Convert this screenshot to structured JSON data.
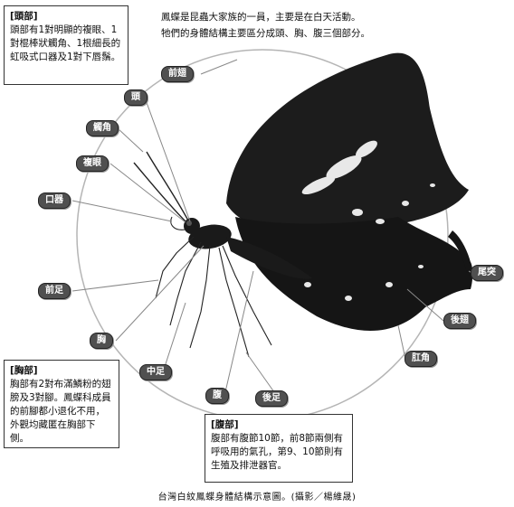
{
  "intro": {
    "line1": "鳳蝶是昆蟲大家族的一員，主要是在白天活動。",
    "line2": "牠們的身體結構主要區分成頭、胸、腹三個部分。"
  },
  "head_box": {
    "title": "[頭部]",
    "text": "頭部有1對明顯的複眼、1對棍棒狀觸角、1根細長的虹吸式口器及1對下唇鬚。"
  },
  "thorax_box": {
    "title": "[胸部]",
    "text": "胸部有2對布滿鱗粉的翅膀及3對腳。鳳蝶科成員的前腳都小退化不用，外觀均藏匿在胸部下側。"
  },
  "abdomen_box": {
    "title": "[腹部]",
    "text": "腹部有腹節10節，前8節兩側有呼吸用的氣孔，第9、10節則有生殖及排泄器官。"
  },
  "labels": {
    "forewing": "前翅",
    "head": "頭",
    "antenna": "觸角",
    "compound_eye": "複眼",
    "mouthparts": "口器",
    "foreleg": "前足",
    "thorax": "胸",
    "midleg": "中足",
    "abdomen": "腹",
    "hindleg": "後足",
    "anal_angle": "肛角",
    "hindwing": "後翅",
    "tail": "尾突"
  },
  "caption": "台灣白紋鳳蝶身體結構示意圖。(攝影／楊維晟)",
  "colors": {
    "wing": "#1c1c1c",
    "wing_spots": "#e8e8e8",
    "label_bg": "#505050",
    "circle": "#b5b5b5"
  }
}
